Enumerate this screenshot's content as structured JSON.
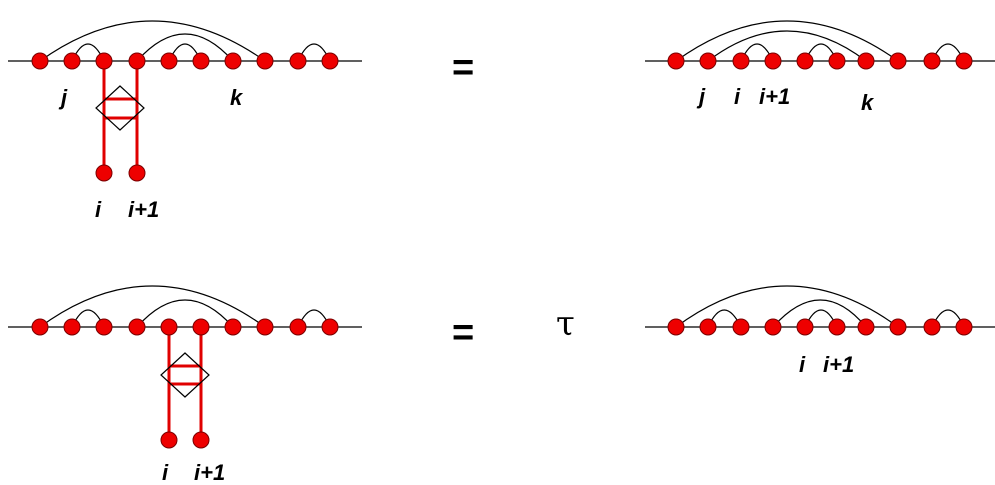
{
  "colors": {
    "node_fill": "#ee0000",
    "node_stroke": "#7a0000",
    "strand": "#e00000",
    "arc": "#000000",
    "background": "#ffffff"
  },
  "row1": {
    "lhs_label_j": "j",
    "lhs_label_k": "k",
    "lhs_label_i": "i",
    "lhs_label_i1": "i+1",
    "equals": "=",
    "rhs_label_j": "j",
    "rhs_label_i": "i",
    "rhs_label_i1": "i+1",
    "rhs_label_k": "k"
  },
  "row2": {
    "lhs_label_i": "i",
    "lhs_label_i1": "i+1",
    "equals": "=",
    "tau": "τ",
    "rhs_label_i": "i",
    "rhs_label_i1": "i+1"
  }
}
